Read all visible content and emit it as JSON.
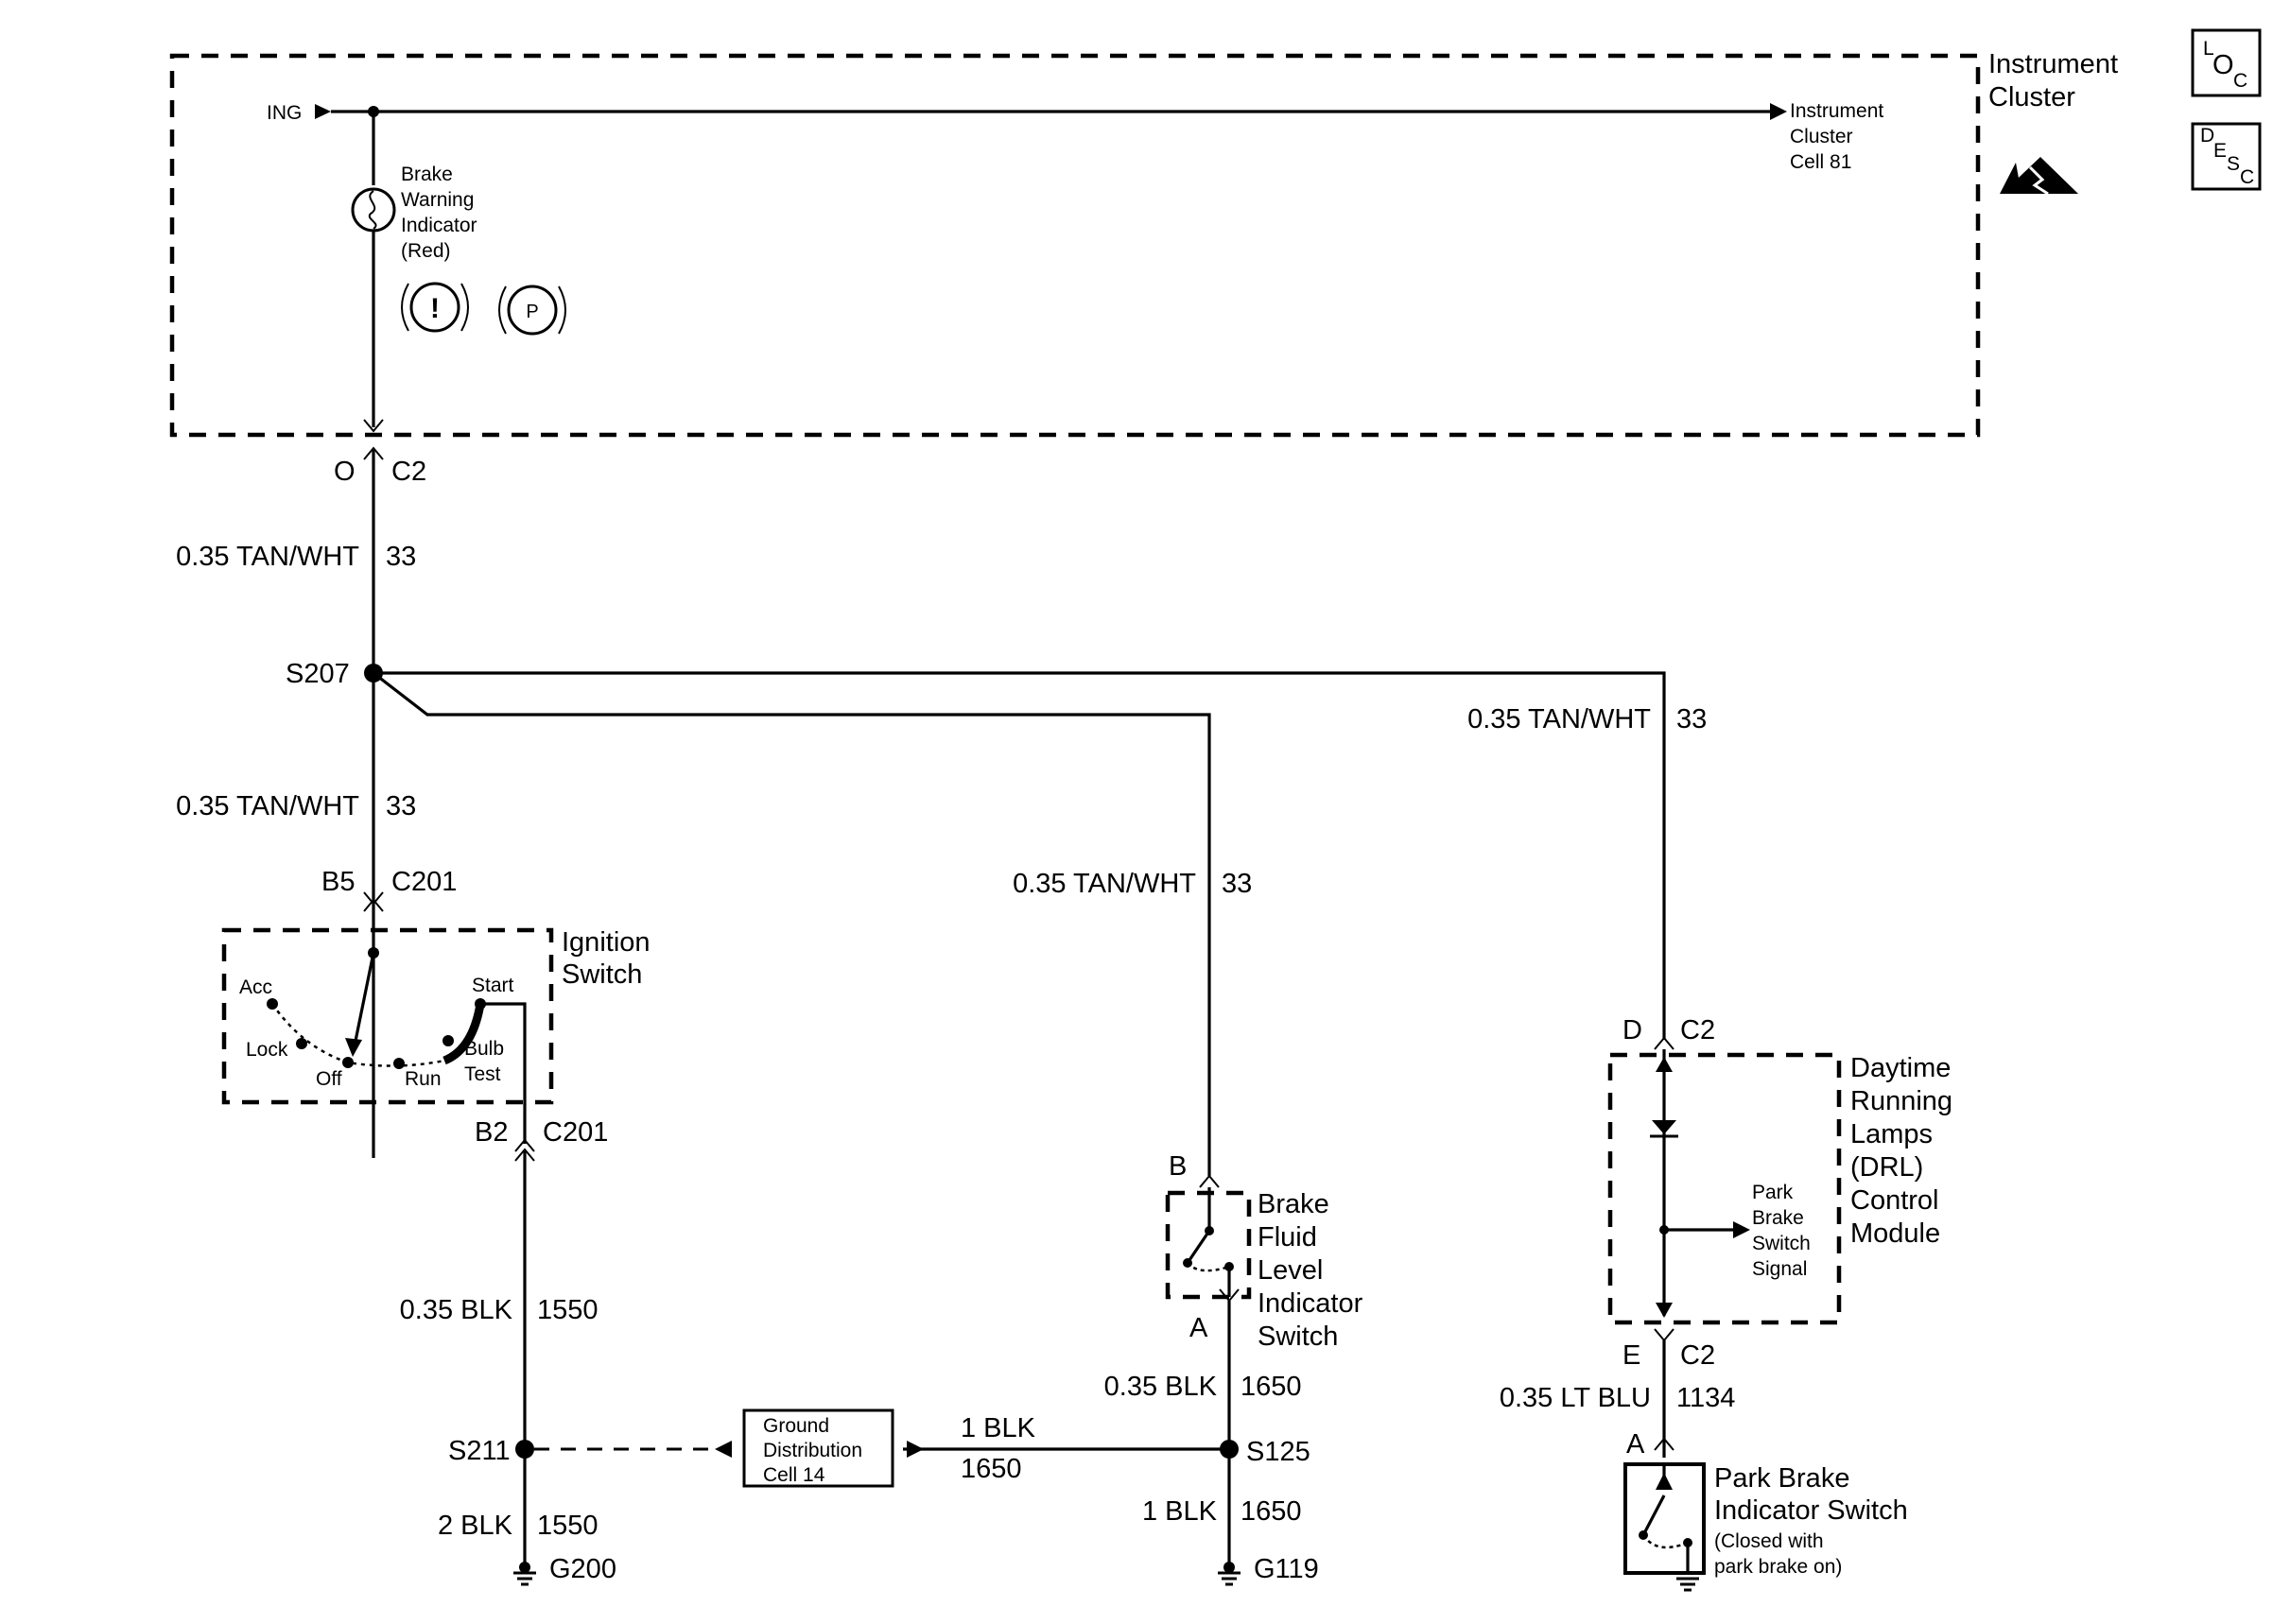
{
  "instrument_cluster": {
    "title_line1": "Instrument",
    "title_line2": "Cluster",
    "ing": "ING",
    "ref_line1": "Instrument",
    "ref_line2": "Cluster",
    "ref_line3": "Cell 81",
    "bulb_line1": "Brake",
    "bulb_line2": "Warning",
    "bulb_line3": "Indicator",
    "bulb_line4": "(Red)",
    "symbol_exclaim": "!",
    "symbol_p": "P"
  },
  "badges": {
    "loc": {
      "l1": "L",
      "l2": "O",
      "l3": "C"
    },
    "desc": {
      "l1": "D",
      "l2": "E",
      "l3": "S",
      "l4": "C"
    }
  },
  "connectors": {
    "o_c2": {
      "pin": "O",
      "conn": "C2"
    },
    "b5_c201": {
      "pin": "B5",
      "conn": "C201"
    },
    "b2_c201": {
      "pin": "B2",
      "conn": "C201"
    },
    "d_c2": {
      "pin": "D",
      "conn": "C2"
    },
    "e_c2": {
      "pin": "E",
      "conn": "C2"
    },
    "b_pin": "B",
    "a_pin_fluid": "A",
    "a_pin_park": "A"
  },
  "wires": {
    "w1": {
      "gauge": "0.35 TAN/WHT",
      "circuit": "33"
    },
    "w2": {
      "gauge": "0.35 TAN/WHT",
      "circuit": "33"
    },
    "w3": {
      "gauge": "0.35 TAN/WHT",
      "circuit": "33"
    },
    "w4": {
      "gauge": "0.35 TAN/WHT",
      "circuit": "33"
    },
    "w5": {
      "gauge": "0.35 BLK",
      "circuit": "1550"
    },
    "w6": {
      "gauge": "2 BLK",
      "circuit": "1550"
    },
    "w7": {
      "gauge": "0.35 BLK",
      "circuit": "1650"
    },
    "w8": {
      "gauge": "1 BLK",
      "circuit": "1650"
    },
    "w9": {
      "gauge": "1 BLK",
      "circuit": "1650"
    },
    "w10": {
      "gauge": "0.35 LT BLU",
      "circuit": "1134"
    }
  },
  "splices": {
    "s207": "S207",
    "s211": "S211",
    "s125": "S125"
  },
  "grounds": {
    "g200": "G200",
    "g119": "G119"
  },
  "ignition_switch": {
    "title_line1": "Ignition",
    "title_line2": "Switch",
    "acc": "Acc",
    "lock": "Lock",
    "off": "Off",
    "run": "Run",
    "start": "Start",
    "bulb_line1": "Bulb",
    "bulb_line2": "Test"
  },
  "ground_distribution": {
    "line1": "Ground",
    "line2": "Distribution",
    "line3": "Cell 14"
  },
  "brake_fluid_switch": {
    "line1": "Brake",
    "line2": "Fluid",
    "line3": "Level",
    "line4": "Indicator",
    "line5": "Switch"
  },
  "drl_module": {
    "line1": "Daytime",
    "line2": "Running",
    "line3": "Lamps",
    "line4": "(DRL)",
    "line5": "Control",
    "line6": "Module",
    "sig_line1": "Park",
    "sig_line2": "Brake",
    "sig_line3": "Switch",
    "sig_line4": "Signal"
  },
  "park_brake_switch": {
    "line1": "Park Brake",
    "line2": "Indicator Switch",
    "note_line1": "(Closed with",
    "note_line2": "park brake on)"
  }
}
